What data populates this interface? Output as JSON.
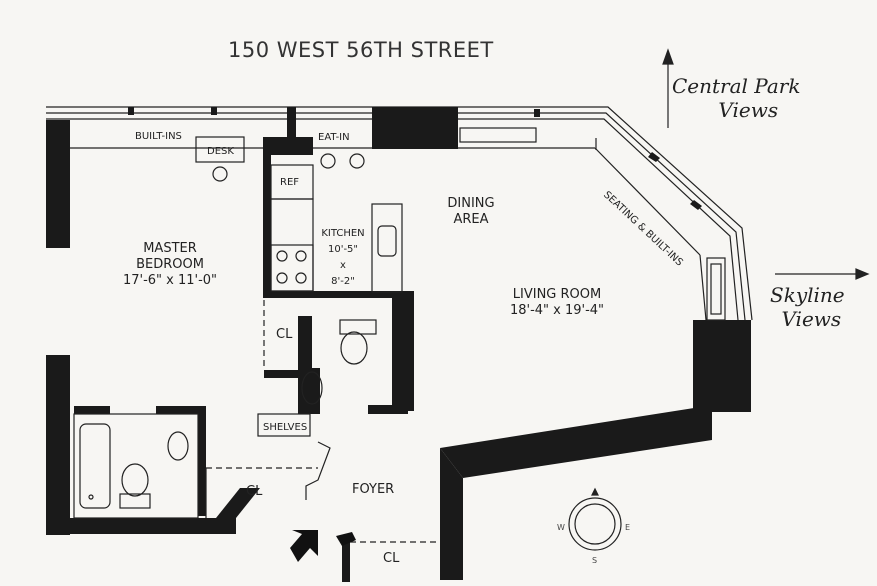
{
  "title": "150 WEST 56TH STREET",
  "views": {
    "central_park": [
      "Central Park",
      "Views"
    ],
    "skyline": [
      "Skyline",
      "Views"
    ]
  },
  "rooms": {
    "master_bedroom": {
      "name": [
        "MASTER",
        "BEDROOM"
      ],
      "dims": "17'-6\" x 11'-0\""
    },
    "kitchen": {
      "name": "KITCHEN",
      "dims": [
        "10'-5\"",
        "x",
        "8'-2\""
      ]
    },
    "dining": [
      "DINING",
      "AREA"
    ],
    "living_room": {
      "name": "LIVING ROOM",
      "dims": "18'-4\" x 19'-4\""
    },
    "foyer": "FOYER"
  },
  "fixtures": {
    "built_ins": "BUILT-INS",
    "desk": "DESK",
    "eat_in": "EAT-IN",
    "ref": "REF",
    "seating": "SEATING & BUILT-INS",
    "shelves": "SHELVES",
    "closet": "CL"
  },
  "compass": {
    "w": "W",
    "e": "E",
    "s": "S"
  },
  "colors": {
    "wall": "#1a1a1a",
    "line": "#222222",
    "background": "#f7f6f3"
  }
}
